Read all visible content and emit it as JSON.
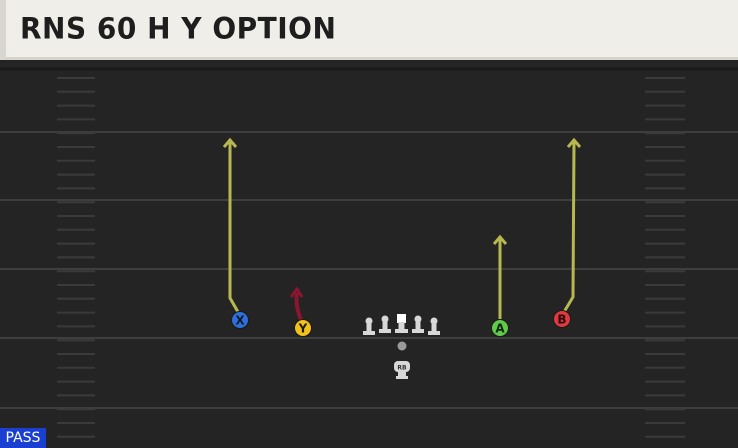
{
  "play": {
    "title": "RNS 60 H Y OPTION",
    "type_badge": "PASS"
  },
  "players": {
    "x": {
      "label": "X",
      "color": "#2e6fd8"
    },
    "y": {
      "label": "Y",
      "color": "#f2c21b"
    },
    "a": {
      "label": "A",
      "color": "#62c94a"
    },
    "b": {
      "label": "B",
      "color": "#e03a3e"
    },
    "rb": {
      "label": "RB"
    }
  },
  "colors": {
    "route_yellow": "#b7b84f",
    "route_red": "#8c1530",
    "yard_line": "#3e3e3e",
    "hash": "#3a3a3a",
    "lineman": "#d8d8d8"
  }
}
